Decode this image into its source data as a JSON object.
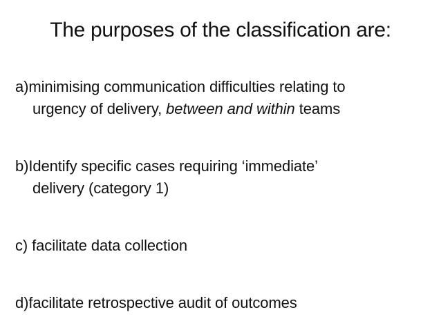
{
  "colors": {
    "background": "#ffffff",
    "text": "#111111"
  },
  "slide": {
    "title": "The purposes of the classification are:",
    "items": [
      {
        "label": "a)",
        "line1": "minimising communication difficulties relating to",
        "line2": {
          "pre": "urgency of delivery, ",
          "italic": "between and within",
          "post": " teams"
        }
      },
      {
        "label": "b)",
        "line1": "Identify specific cases requiring ‘immediate’",
        "line2": {
          "pre": "delivery (category 1)",
          "italic": "",
          "post": ""
        }
      },
      {
        "label": "c)",
        "line1": " facilitate data collection"
      },
      {
        "label": "d)",
        "line1": "facilitate retrospective audit of outcomes"
      }
    ]
  }
}
